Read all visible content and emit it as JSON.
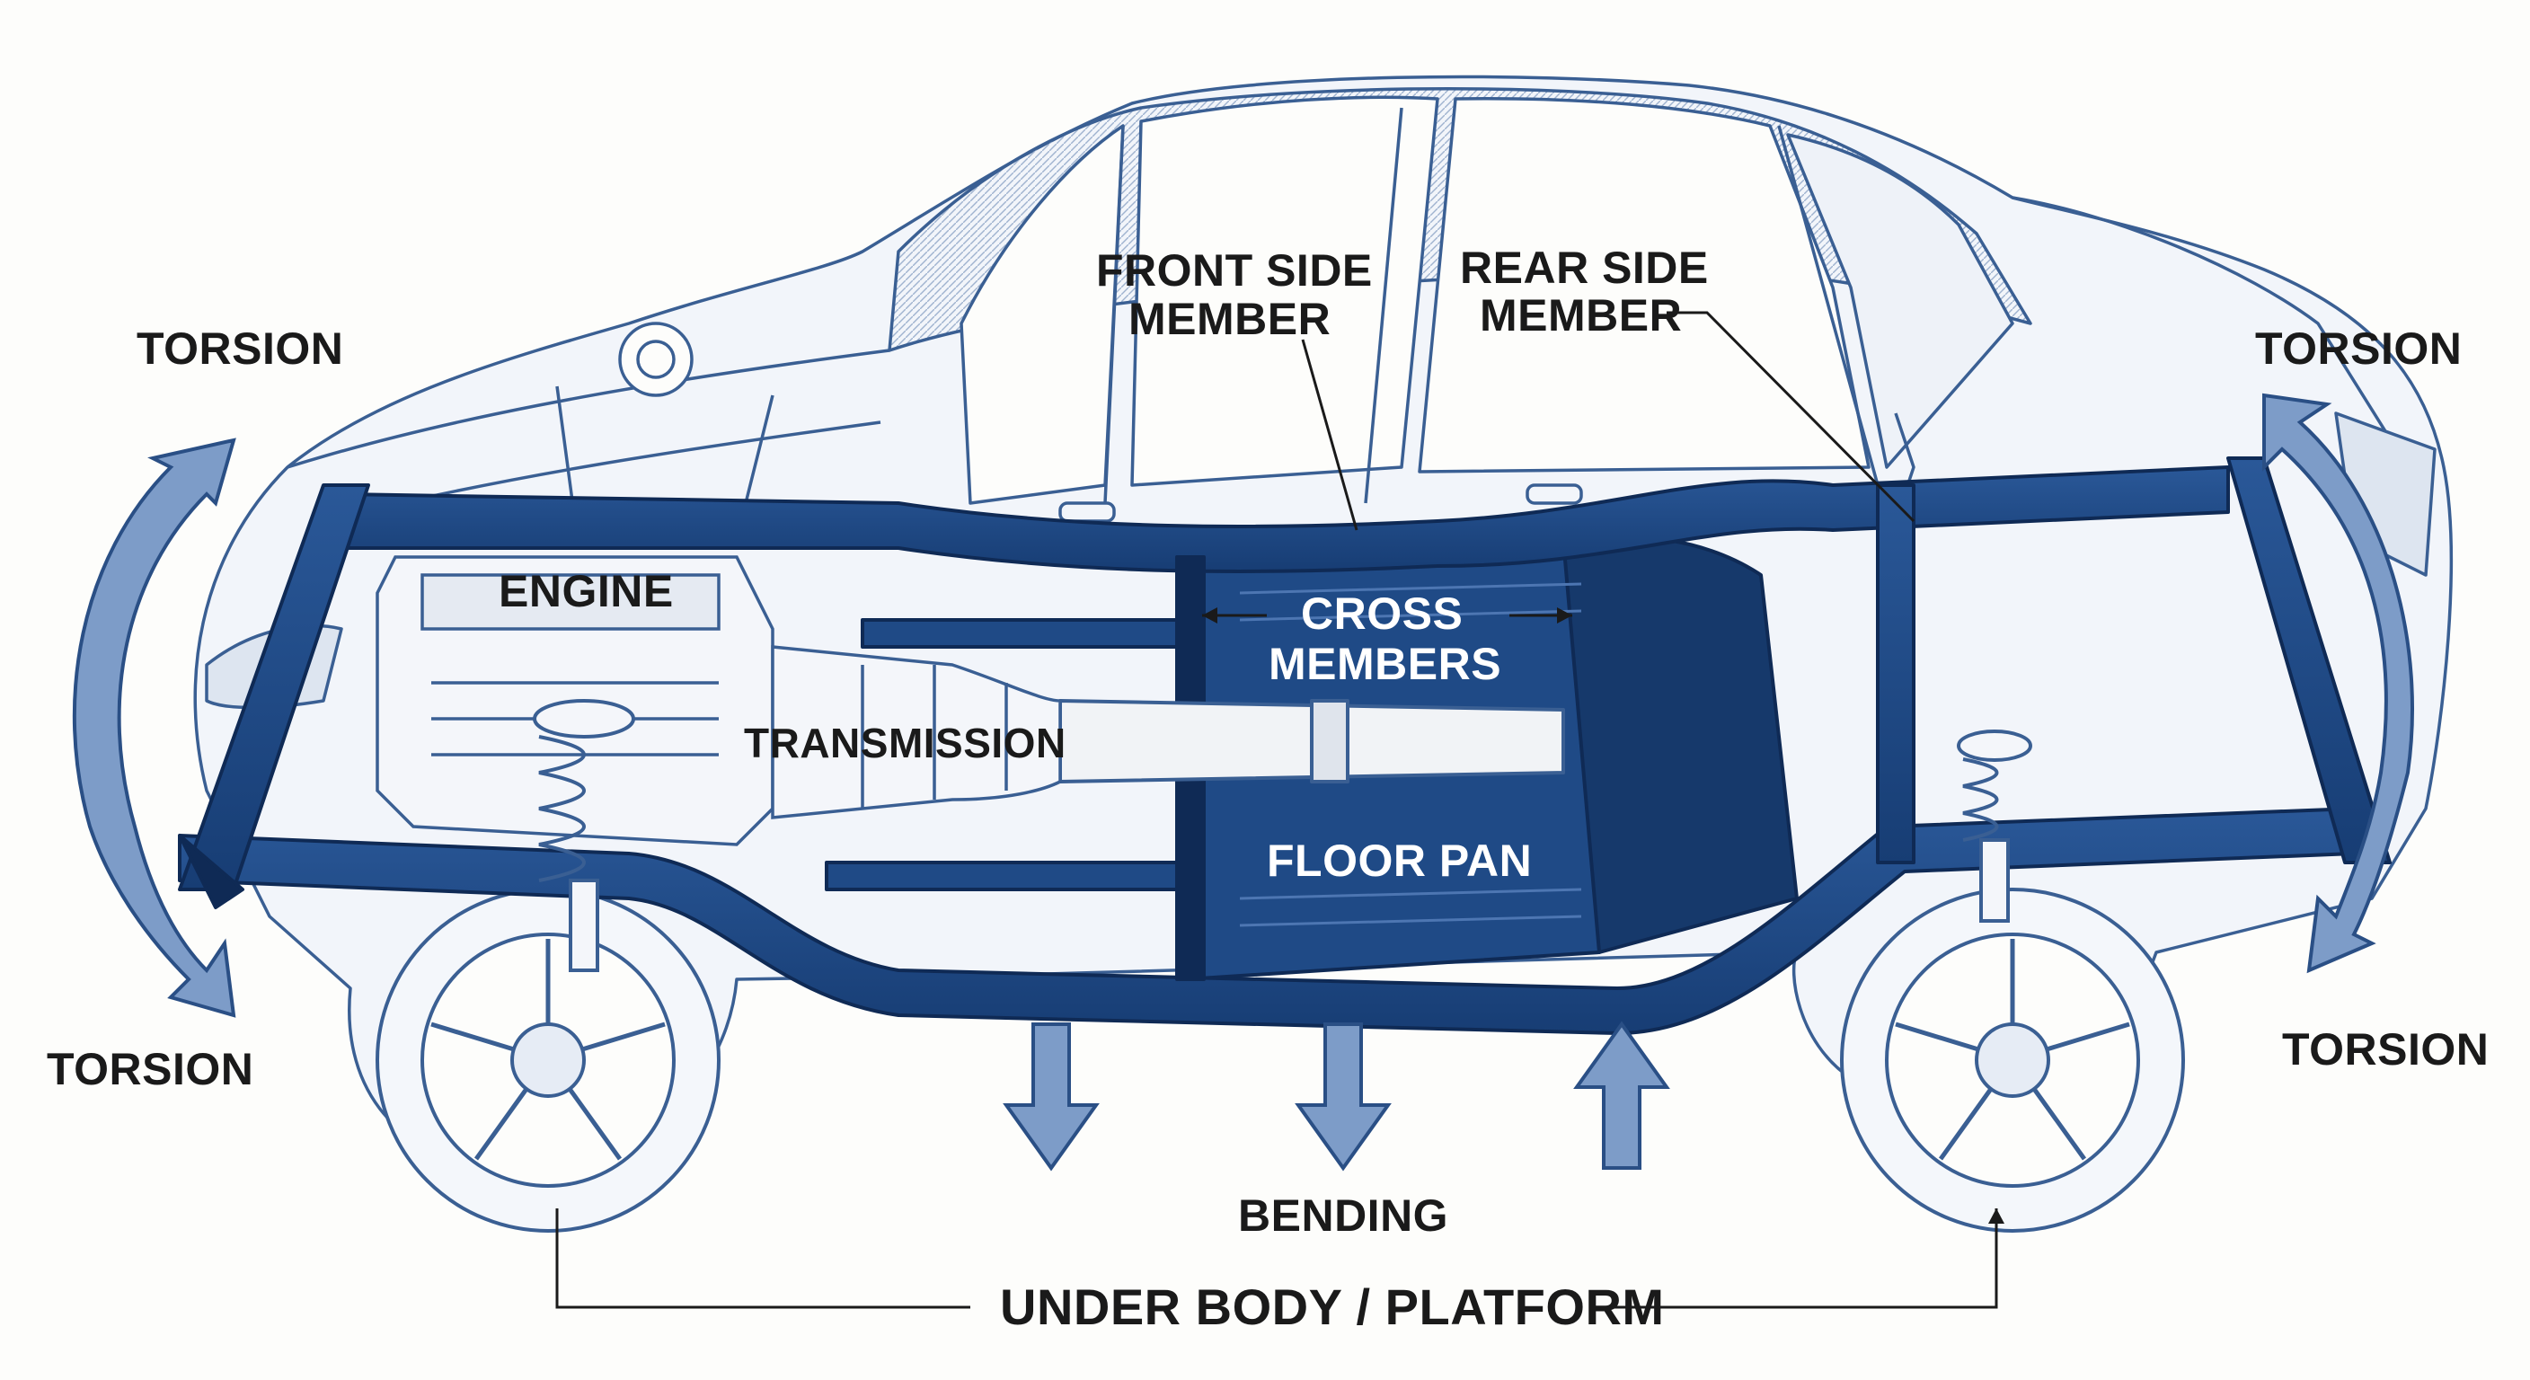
{
  "labels": {
    "torsion_top_left": "TORSION",
    "torsion_bottom_left": "TORSION",
    "torsion_top_right": "TORSION",
    "torsion_bottom_right": "TORSION",
    "front_side_member_1": "FRONT SIDE",
    "front_side_member_2": "MEMBER",
    "rear_side_member_1": "REAR SIDE",
    "rear_side_member_2": "MEMBER",
    "engine": "ENGINE",
    "cross_members_1": "CROSS",
    "cross_members_2": "MEMBERS",
    "transmission": "TRANSMISSION",
    "floor_pan": "FLOOR PAN",
    "bending": "BENDING",
    "under_body_platform": "UNDER BODY / PLATFORM"
  },
  "colors": {
    "frame_blue": "#1f4a86",
    "frame_dark": "#0f2a55",
    "arrow_blue": "#7d9cc8",
    "outline": "#3a5f93",
    "ink": "#1a1a1a",
    "paper": "#fdfdfb"
  }
}
